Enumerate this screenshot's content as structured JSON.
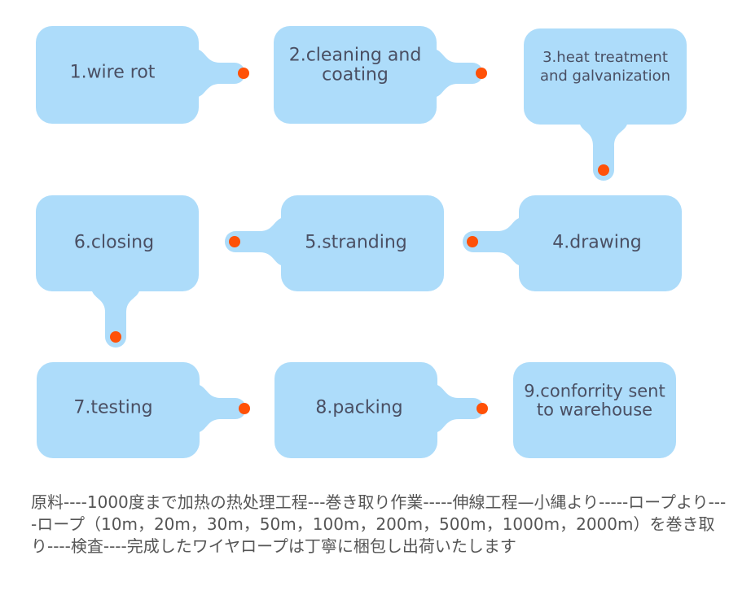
{
  "colors": {
    "card": "#ADDCFA",
    "dot": "#FF5108",
    "text": "#4A4F63",
    "note": "#555555"
  },
  "steps": [
    {
      "lines": [
        "1.wire rot"
      ]
    },
    {
      "lines": [
        "2.cleaning and",
        "coating"
      ]
    },
    {
      "lines": [
        "3.heat treatment",
        "and galvanization"
      ]
    },
    {
      "lines": [
        "4.drawing"
      ]
    },
    {
      "lines": [
        "5.stranding"
      ]
    },
    {
      "lines": [
        "6.closing"
      ]
    },
    {
      "lines": [
        "7.testing"
      ]
    },
    {
      "lines": [
        "8.packing"
      ]
    },
    {
      "lines": [
        "9.conforrity sent",
        "to warehouse"
      ]
    }
  ],
  "note": "原料----1000度まで加热の热处理工程---巻き取り作業-----伸線工程—小縄より-----ロープより----ロープ（10m，20m，30m，50m，100m，200m，500m，1000m，2000m）を巻き取り----検査----完成したワイヤロープは丁寧に梱包し出荷いたします"
}
